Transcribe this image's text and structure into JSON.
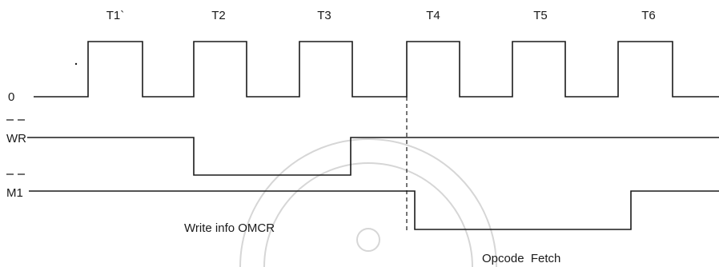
{
  "diagram": {
    "states": [
      "T1`",
      "T2",
      "T3",
      "T4",
      "T5",
      "T6"
    ],
    "signals": {
      "clock": "0",
      "wr": "WR",
      "m1": "M1"
    },
    "annotations": {
      "write_info": "Write info OMCR",
      "opcode_fetch": "Opcode  Fetch"
    }
  }
}
